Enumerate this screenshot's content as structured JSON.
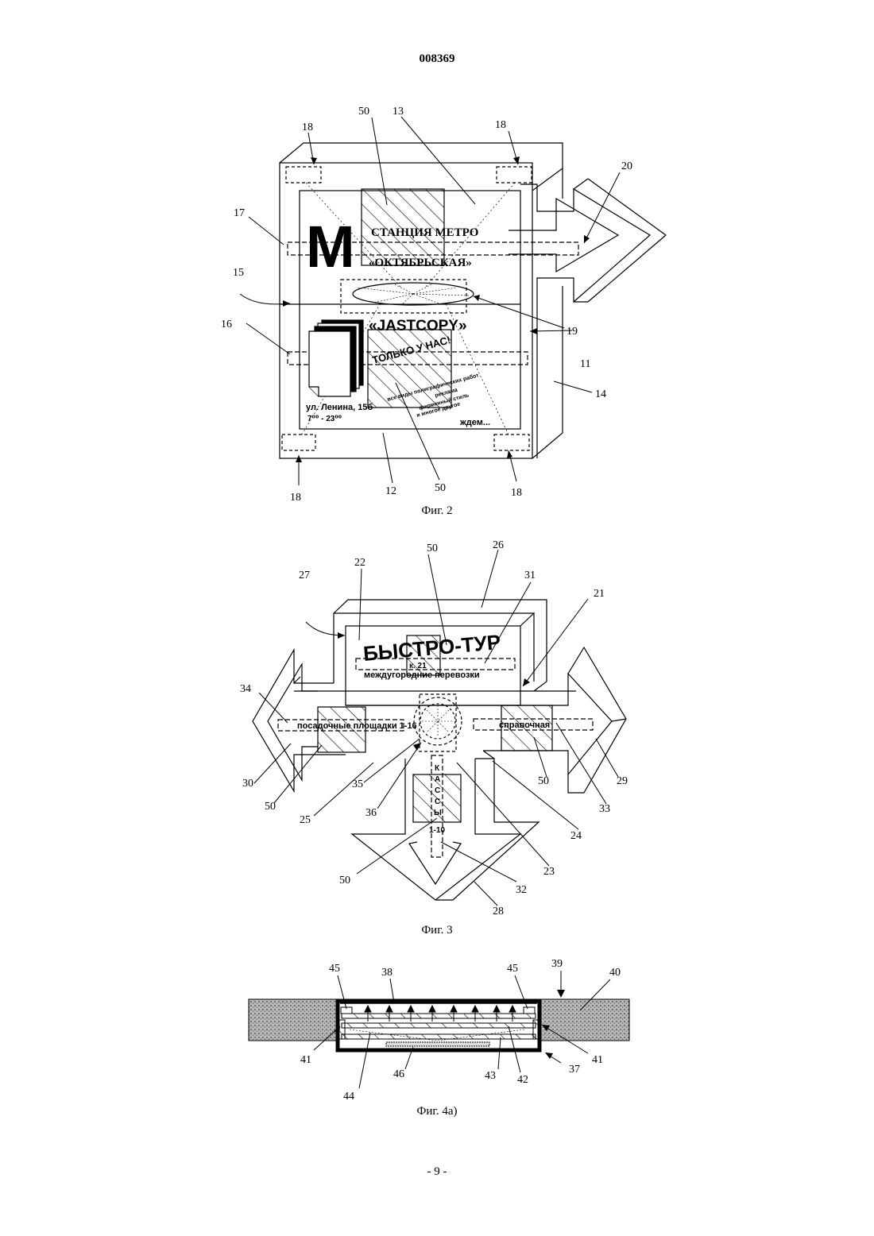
{
  "header": {
    "doc_number": "008369"
  },
  "fig2": {
    "caption": "Фиг. 2",
    "metro_letter": "М",
    "line1": "СТАНЦИЯ МЕТРО",
    "line2": "«ОКТЯБРЬСКАЯ»",
    "brand": "«JASTCOPY»",
    "slogan": "ТОЛЬКО У НАС!",
    "services1": "все виды полиграфических работ",
    "services2": "реклама",
    "services3": "фирменный стиль",
    "services4": "и многое другое",
    "wait": "ждем...",
    "address": "ул. Ленина, 15б",
    "hours": "7⁰⁰ - 23⁰⁰",
    "labels": {
      "l50a": "50",
      "l13": "13",
      "l18a": "18",
      "l18b": "18",
      "l20": "20",
      "l17": "17",
      "l15": "15",
      "l16": "16",
      "l19": "19",
      "l11": "11",
      "l14": "14",
      "l18c": "18",
      "l12": "12",
      "l50b": "50",
      "l18d": "18"
    }
  },
  "fig3": {
    "caption": "Фиг. 3",
    "title": "БЫСТРО-ТУР",
    "k21": "к. 21",
    "intercity": "междугородние перевозки",
    "platforms": "посадочные площадки 1-16",
    "info": "справочная",
    "kassa_letters": [
      "К",
      "А",
      "С",
      "С",
      "Ы"
    ],
    "kassa_range": "1-10",
    "labels": {
      "l50a": "50",
      "l26": "26",
      "l27": "27",
      "l22": "22",
      "l31": "31",
      "l21": "21",
      "l34": "34",
      "l30": "30",
      "l50b": "50",
      "l25": "25",
      "l35": "35",
      "l36": "36",
      "l23": "23",
      "l24": "24",
      "l50c": "50",
      "l29": "29",
      "l33": "33",
      "l50d": "50",
      "l32": "32",
      "l28": "28"
    }
  },
  "fig4": {
    "caption": "Фиг. 4а)",
    "labels": {
      "l45a": "45",
      "l38": "38",
      "l45b": "45",
      "l39": "39",
      "l40": "40",
      "l41a": "41",
      "l41b": "41",
      "l44": "44",
      "l46": "46",
      "l43": "43",
      "l42": "42",
      "l37": "37"
    }
  },
  "footer": {
    "page": "- 9 -"
  }
}
